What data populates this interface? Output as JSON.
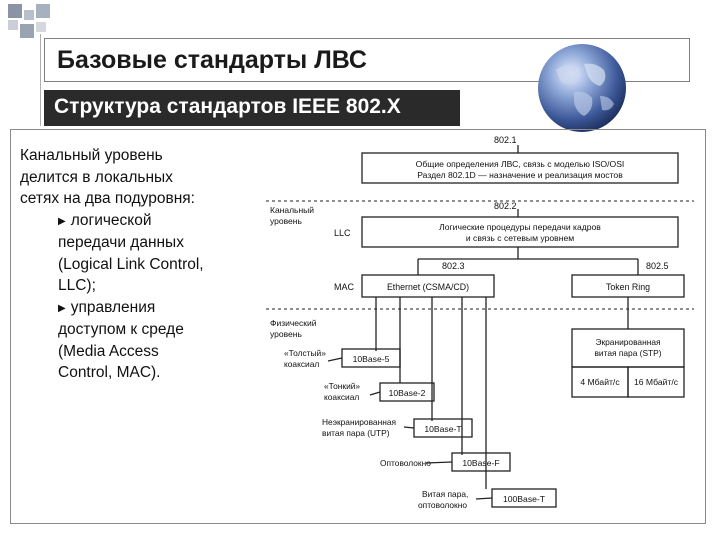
{
  "title": "Базовые стандарты ЛВС",
  "subtitle": "Структура стандартов IEEE 802.X",
  "body_text": {
    "line1": "Канальный уровень",
    "line2": "делится в локальных",
    "line3": "сетях на два подуровня:",
    "item1": [
      "логической",
      "передачи данных",
      "(Logical Link Control,",
      "LLC);"
    ],
    "item2": [
      "управления",
      "доступом к среде",
      "(Media Access",
      "Control, MAC)."
    ]
  },
  "diagram": {
    "std_8021": "802.1",
    "box_8021_line1": "Общие определения ЛВС, связь с моделью ISO/OSI",
    "box_8021_line2": "Раздел 802.1D — назначение и реализация мостов",
    "std_8022": "802.2",
    "data_link_label_1": "Канальный",
    "data_link_label_2": "уровень",
    "llc_label": "LLC",
    "box_llc_line1": "Логические процедуры передачи кадров",
    "box_llc_line2": "и связь с сетевым уровнем",
    "std_8023": "802.3",
    "std_8025": "802.5",
    "mac_label": "MAC",
    "ethernet_box": "Ethernet (CSMA/CD)",
    "token_ring_box": "Token Ring",
    "physical_label_1": "Физический",
    "physical_label_2": "уровень",
    "thick_coax_1": "«Толстый»",
    "thick_coax_2": "коаксиал",
    "b10base5": "10Base-5",
    "thin_coax_1": "«Тонкий»",
    "thin_coax_2": "коаксиал",
    "b10base2": "10Base-2",
    "utp_1": "Неэкранированная",
    "utp_2": "витая пара (UTP)",
    "b10baset": "10Base-T",
    "fiber": "Оптоволокно",
    "b10basef": "10Base-F",
    "twisted_fiber_1": "Витая пара,",
    "twisted_fiber_2": "оптоволокно",
    "b100baset": "100Base-T",
    "stp_1": "Экранированная",
    "stp_2": "витая пара (STP)",
    "speed_4": "4 Мбайт/с",
    "speed_16": "16 Мбайт/с"
  }
}
